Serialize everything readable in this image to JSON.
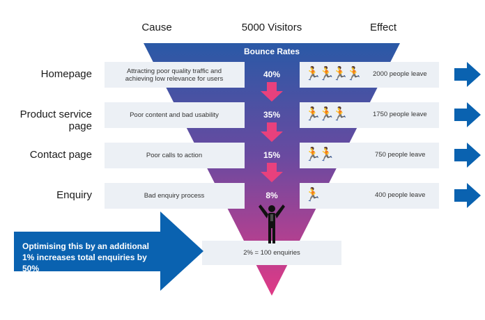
{
  "headers": {
    "cause": "Cause",
    "visitors": "5000 Visitors",
    "effect": "Effect"
  },
  "funnel_title": "Bounce Rates",
  "stages": [
    {
      "label": "Homepage",
      "cause": "Attracting poor quality traffic and achieving low relevance for users",
      "rate": "40%",
      "runners": 4,
      "effect": "2000 people leave"
    },
    {
      "label": "Product service page",
      "cause": "Poor content and bad usability",
      "rate": "35%",
      "runners": 3,
      "effect": "1750 people leave"
    },
    {
      "label": "Contact page",
      "cause": "Poor calls to action",
      "rate": "15%",
      "runners": 2,
      "effect": "750 people leave"
    },
    {
      "label": "Enquiry",
      "cause": "Bad enquiry process",
      "rate": "8%",
      "runners": 1,
      "effect": "400 people leave"
    }
  ],
  "result": "2% = 100 enquiries",
  "callout": "Optimising this by an additional 1% increases total enquiries by 50%",
  "colors": {
    "blue": "#0a62b0",
    "funnel_top": "#2a59a6",
    "funnel_bottom": "#e03a86",
    "down_arrow": "#e8417d",
    "band": "#ecf0f5"
  },
  "icons": {
    "runner": "running-person-icon",
    "winner": "person-arms-raised-icon"
  }
}
